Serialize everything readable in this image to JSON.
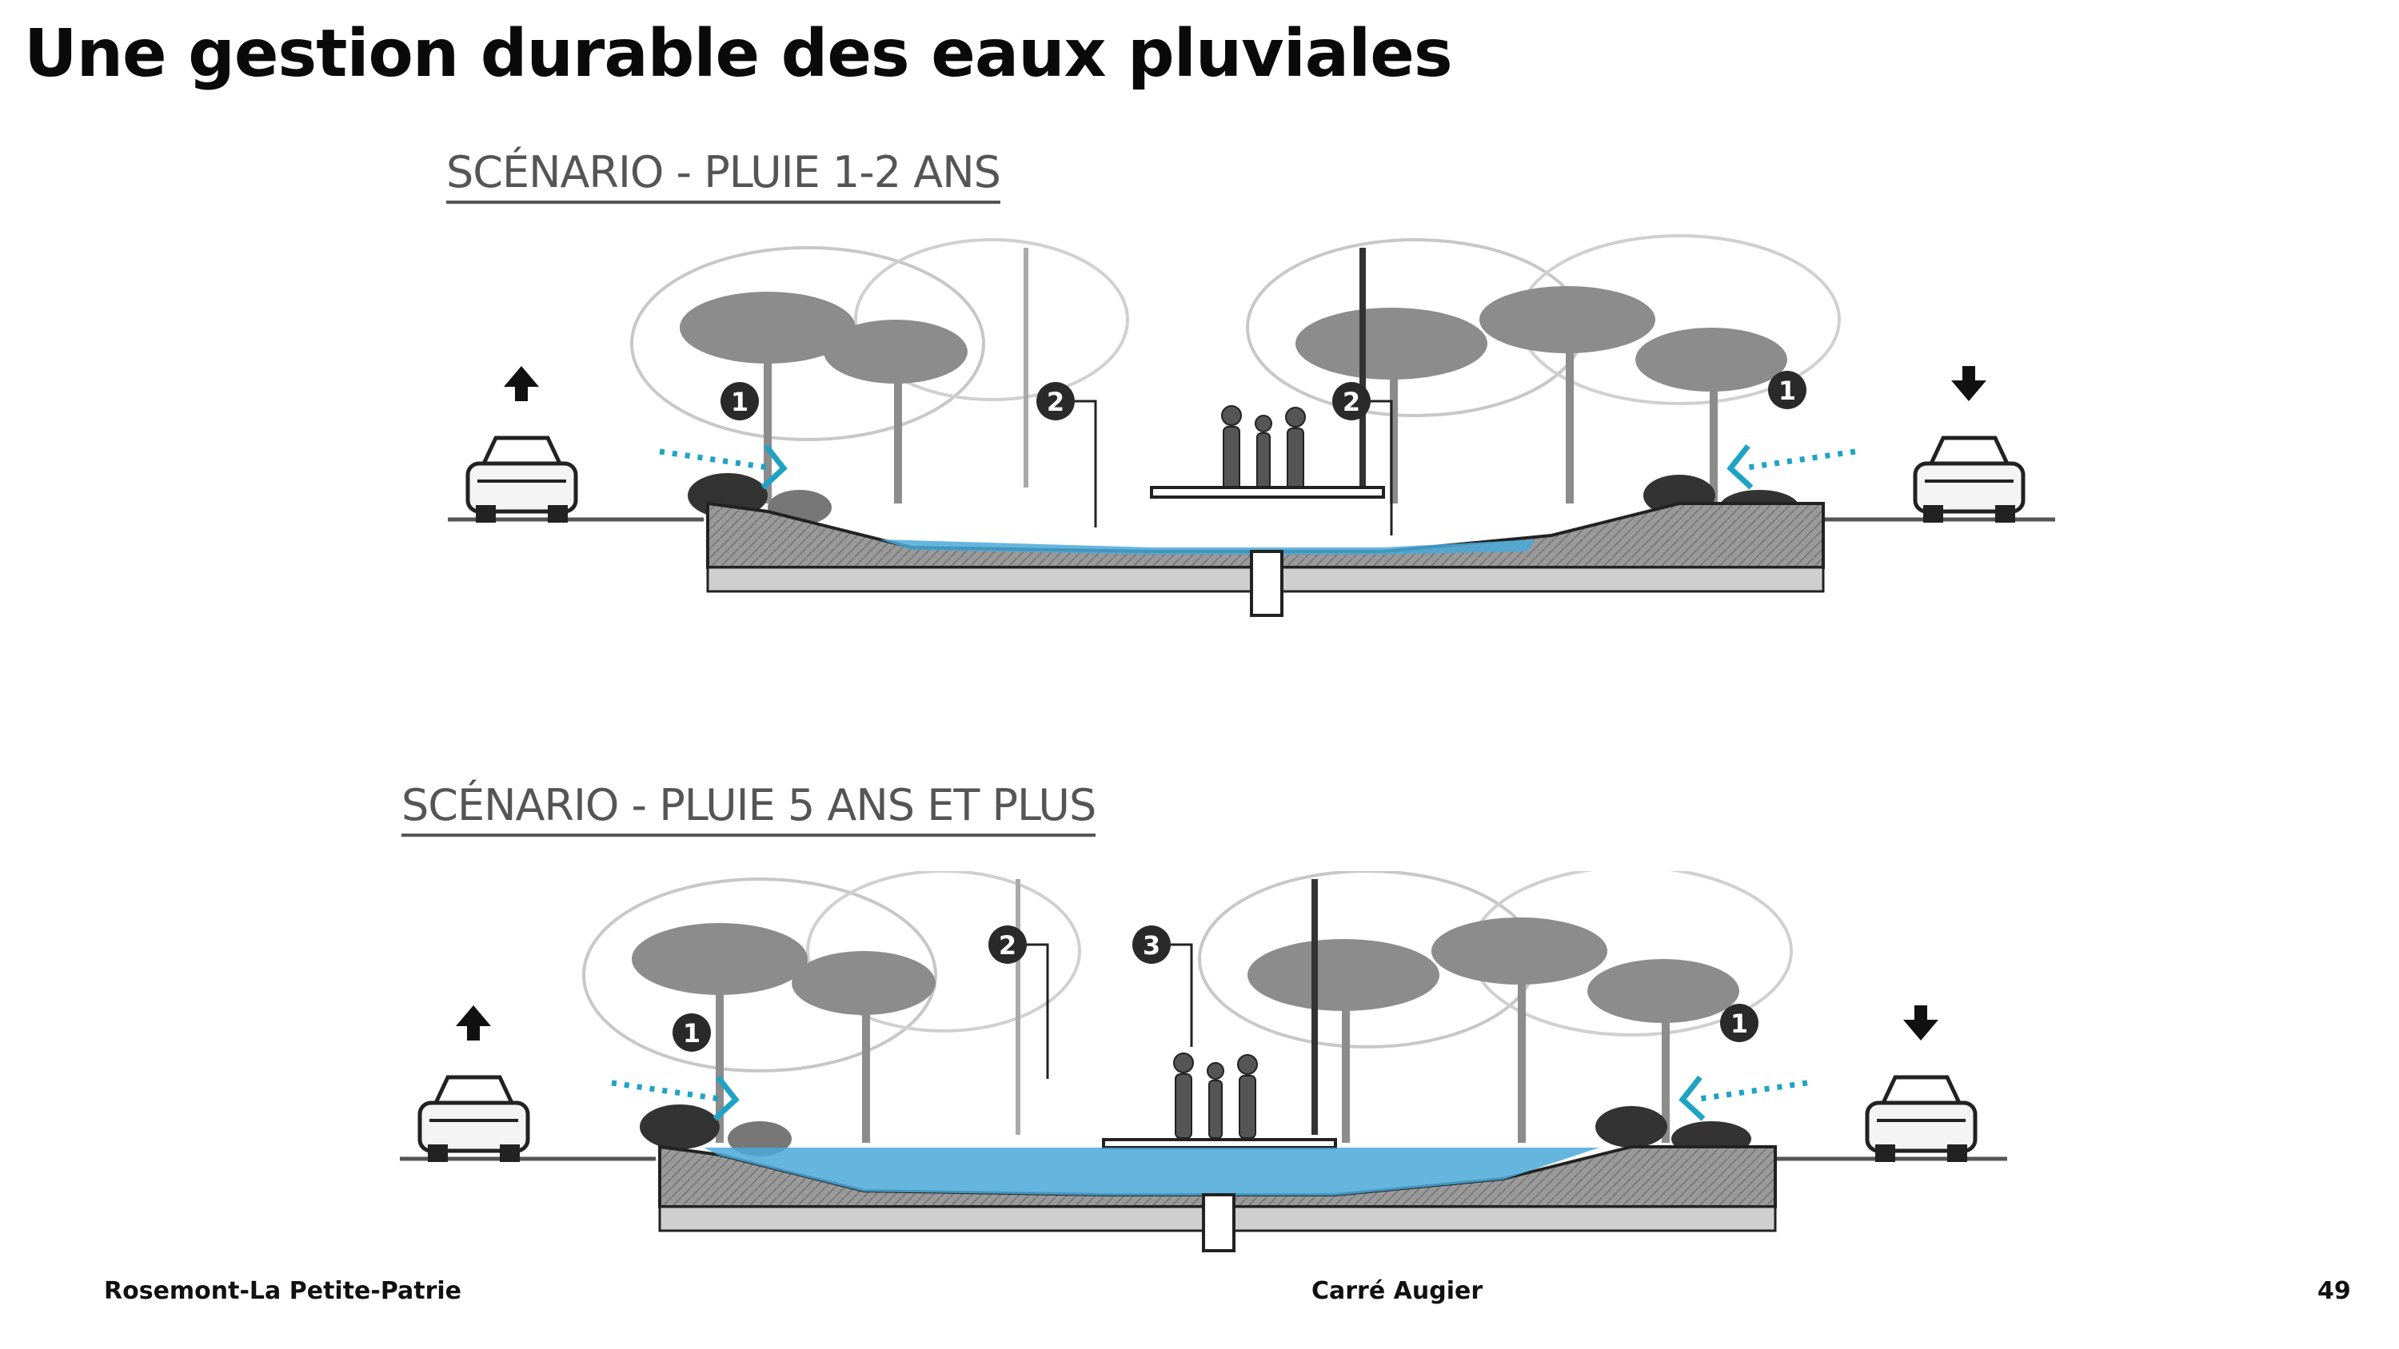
{
  "slide": {
    "title": "Une gestion durable des eaux pluviales"
  },
  "scenarios": [
    {
      "label": "SCÉNARIO - PLUIE 1-2 ANS",
      "markers": [
        "1",
        "2",
        "2",
        "1"
      ],
      "flood_level": "low"
    },
    {
      "label": "SCÉNARIO - PLUIE 5 ANS ET PLUS",
      "markers": [
        "1",
        "2",
        "3",
        "1"
      ],
      "flood_level": "high"
    }
  ],
  "footer": {
    "left": "Rosemont-La Petite-Patrie",
    "center": "Carré Augier",
    "page_number": "49"
  },
  "colors": {
    "water": "#4aa9d8",
    "flow_arrow": "#1fa3c4",
    "soil": "#8a8a8a",
    "foliage": "#8c8c8c",
    "ink": "#1a1a1a"
  },
  "icons": [
    "car-icon",
    "arrow-up-icon",
    "arrow-down-icon",
    "tree-icon",
    "pedestrians-icon",
    "flow-arrow-icon",
    "marker-icon"
  ]
}
